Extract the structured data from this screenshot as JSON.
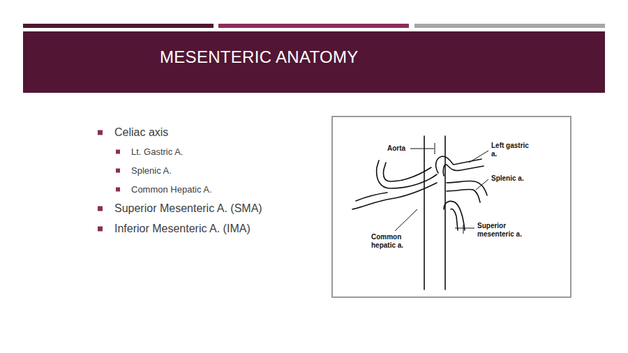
{
  "diagram": {
    "title": "MESENTERIC ANATOMY",
    "labels": [
      "Celiac axis",
      "Lt. Gastric A.",
      "Splenic A.",
      "Common Hepatic A.",
      "Superior Mesenteric A. (SMA)",
      "Inferior Mesenteric A. (IMA)",
      "Aorta",
      "Left gastric a.",
      "Splenic a.",
      "Common hepatic a.",
      "Superior mesenteric a."
    ]
  }
}
